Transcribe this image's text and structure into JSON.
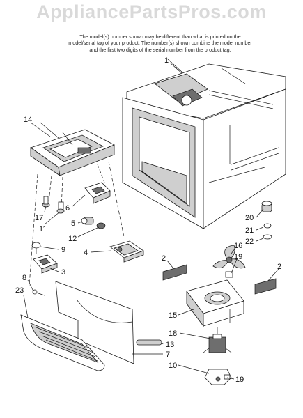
{
  "watermark": "AppliancePartsPros.com",
  "note": "The model(s) number shown may be different than what is printed on the model/serial tag of your product. The number(s) shown combine the model number and the first two digits of the serial number from the product tag.",
  "callouts": [
    "1",
    "14",
    "17",
    "11",
    "6",
    "5",
    "12",
    "4",
    "9",
    "3",
    "8",
    "23",
    "20",
    "21",
    "22",
    "16",
    "19",
    "2",
    "2",
    "15",
    "18",
    "13",
    "7",
    "10",
    "19"
  ]
}
